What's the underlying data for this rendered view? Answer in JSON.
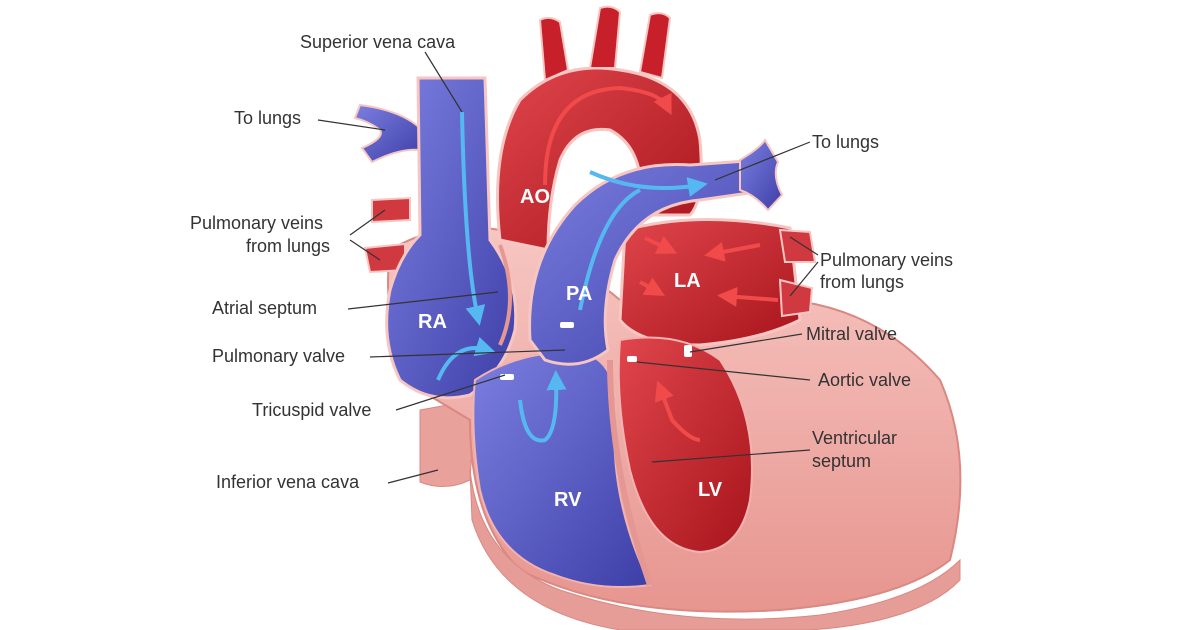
{
  "labels": {
    "superior_vena_cava": "Superior vena cava",
    "to_lungs_left": "To lungs",
    "pulmonary_veins_left_1": "Pulmonary veins",
    "pulmonary_veins_left_2": "from lungs",
    "atrial_septum": "Atrial septum",
    "pulmonary_valve": "Pulmonary valve",
    "tricuspid_valve": "Tricuspid valve",
    "inferior_vena_cava": "Inferior vena cava",
    "to_lungs_right": "To lungs",
    "pulmonary_veins_right_1": "Pulmonary veins",
    "pulmonary_veins_right_2": "from lungs",
    "mitral_valve": "Mitral valve",
    "aortic_valve": "Aortic valve",
    "ventricular_septum_1": "Ventricular",
    "ventricular_septum_2": "septum"
  },
  "chambers": {
    "ao": "AO",
    "pa": "PA",
    "la": "LA",
    "ra": "RA",
    "rv": "RV",
    "lv": "LV"
  },
  "colors": {
    "deoxygenated": "#5a5cc4",
    "oxygenated": "#c8202a",
    "tissue": "#f2b3b0",
    "flow_blue": "#56b8f0",
    "flow_red": "#f04a4a"
  }
}
